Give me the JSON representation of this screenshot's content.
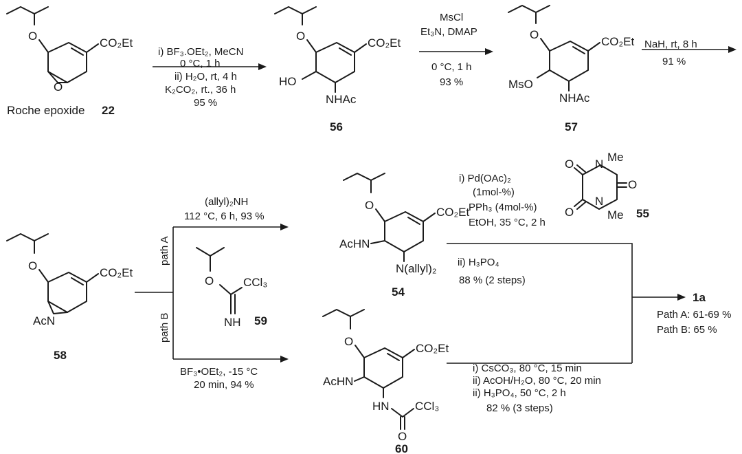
{
  "reactions": {
    "step1": {
      "line1": "i) BF₃.OEt₂, MeCN",
      "line2": "0 °C, 1 h",
      "line3": "ii) H₂O, rt, 4 h",
      "line4": "K₂CO₂, rt., 36 h",
      "line5": "95 %"
    },
    "step2": {
      "line1": "MsCl",
      "line2": "Et₃N, DMAP",
      "line3": "0 °C, 1 h",
      "line4": "93 %"
    },
    "step3": {
      "line1": "NaH, rt, 8 h",
      "line2": "91 %"
    },
    "pathA": {
      "label": "path A",
      "line1": "(allyl)₂NH",
      "line2": "112 °C, 6 h, 93 %"
    },
    "pathB": {
      "label": "path B",
      "line1": "BF₃•OEt₂, -15 °C",
      "line2": "20 min, 94 %"
    },
    "deprotA": {
      "line1": "i) Pd(OAc)₂",
      "line2": "(1mol-%)",
      "line3": "PPh₃ (4mol-%)",
      "line4": "EtOH, 35 °C, 2 h",
      "line5": "ii) H₃PO₄",
      "line6": "88 % (2 steps)"
    },
    "deprotB": {
      "line1": "i) CsCO₃, 80 °C, 15 min",
      "line2": "ii) AcOH/H₂O, 80 °C, 20 min",
      "line3": "ii) H₃PO₄, 50 °C, 2 h",
      "line4": "82 % (3 steps)"
    }
  },
  "compounds": {
    "c22": {
      "name": "Roche epoxide",
      "number": "22"
    },
    "c56": {
      "number": "56"
    },
    "c57": {
      "number": "57"
    },
    "c58": {
      "number": "58"
    },
    "c54": {
      "number": "54"
    },
    "c55": {
      "number": "55"
    },
    "c59": {
      "number": "59"
    },
    "c60": {
      "number": "60"
    },
    "product": {
      "number": "1a",
      "yieldA": "Path A: 61-69 %",
      "yieldB": "Path B: 65 %"
    }
  },
  "atoms": {
    "co2et": "CO₂Et",
    "o": "O",
    "ho": "HO",
    "mso": "MsO",
    "nhac": "NHAc",
    "acn": "AcN",
    "achn": "AcHN",
    "nallyl": "N(allyl)₂",
    "ccl3": "CCl₃",
    "nh": "NH",
    "hn": "HN",
    "n": "N",
    "me": "Me"
  }
}
